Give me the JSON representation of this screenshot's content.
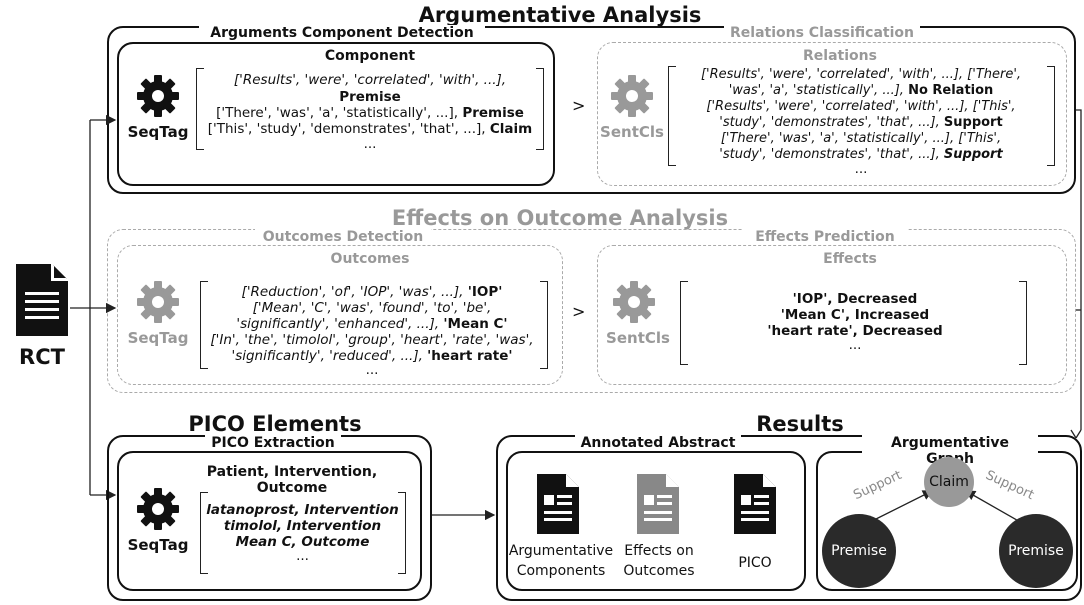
{
  "arg": {
    "title": "Argumentative Analysis",
    "acd_title": "Arguments Component Detection",
    "component_label": "Component",
    "seqtag": "SeqTag",
    "lines": [
      {
        "t": "['Results', 'were', 'correlated', 'with', ...],",
        "lab": ""
      },
      {
        "t": "",
        "lab": "Premise"
      },
      {
        "t": "['There', 'was', 'a', 'statistically', ...],",
        "lab": "Premise"
      },
      {
        "t": "['This', 'study', 'demonstrates', 'that', ...],",
        "lab": "Claim"
      },
      {
        "t": "...",
        "lab": ""
      }
    ],
    "gt": ">",
    "rc_title": "Relations Classification",
    "relations_label": "Relations",
    "sentcls": "SentCls",
    "rel_lines": [
      "['Results', 'were', 'correlated', 'with', ...], ['There',",
      "'was', 'a', 'statistically', ...], No Relation",
      "['Results', 'were', 'correlated', 'with', ...], ['This',",
      "'study', 'demonstrates', 'that', ...], Support",
      "['There', 'was', 'a', 'statistically', ...], ['This',",
      "'study', 'demonstrates', 'that', ...], Support",
      "..."
    ]
  },
  "eff": {
    "title": "Effects on Outcome Analysis",
    "od_title": "Outcomes Detection",
    "outcomes_label": "Outcomes",
    "seqtag": "SeqTag",
    "out_lines": [
      "['Reduction', 'of', 'IOP', 'was', ...], 'IOP'",
      "['Mean', 'C', 'was', 'found', 'to', 'be',",
      "'significantly', 'enhanced', ...], 'Mean C'",
      "['In', 'the', 'timolol', 'group', 'heart', 'rate', 'was',",
      "'significantly', 'reduced', ...], 'heart rate'",
      "..."
    ],
    "gt": ">",
    "ep_title": "Effects Prediction",
    "effects_label": "Effects",
    "sentcls": "SentCls",
    "eff_lines": [
      "'IOP', Decreased",
      "'Mean C', Increased",
      "'heart rate', Decreased",
      "..."
    ]
  },
  "rct": {
    "label": "RCT"
  },
  "pico": {
    "title": "PICO Elements",
    "box_title": "PICO Extraction",
    "pio_label": "Patient, Intervention, Outcome",
    "seqtag": "SeqTag",
    "lines": [
      "latanoprost, Intervention",
      "timolol, Intervention",
      "Mean C, Outcome",
      "..."
    ]
  },
  "results": {
    "title": "Results",
    "annotated_title": "Annotated Abstract",
    "doc1": "Argumentative Components",
    "doc2": "Effects on Outcomes",
    "doc3": "PICO",
    "graph_title": "Argumentative Graph",
    "claim": "Claim",
    "premise1": "Premise",
    "premise2": "Premise",
    "support1": "Support",
    "support2": "Support"
  }
}
